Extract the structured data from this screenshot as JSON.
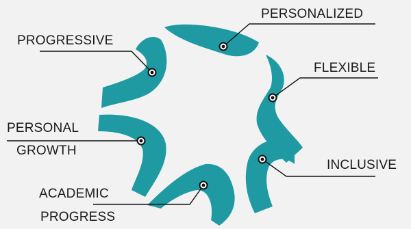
{
  "diagram": {
    "accent_color": "#1f9aa3",
    "labels": {
      "personalized": "PERSONALIZED",
      "progressive": "PROGRESSIVE",
      "flexible": "FLEXIBLE",
      "personal_line1": "PERSONAL",
      "personal_line2": "GROWTH",
      "inclusive": "INCLUSIVE",
      "academic_line1": "ACADEMIC",
      "academic_line2": "PROGRESS"
    }
  }
}
